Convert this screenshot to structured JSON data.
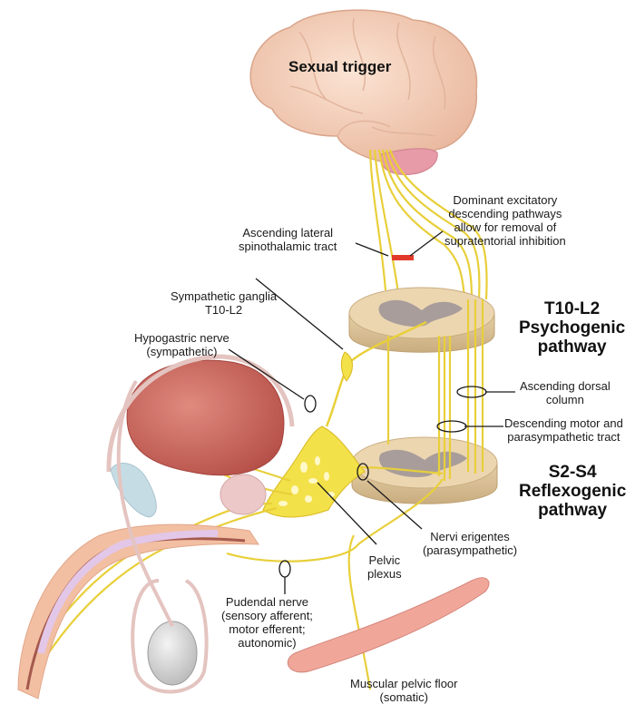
{
  "figure": {
    "title": "Neural pathways of sexual response",
    "colors": {
      "nerve": "#f3e14a",
      "nerve_outline": "#d9b820",
      "brain": "#f2cdb5",
      "cerebellum": "#e79aa8",
      "spinal_white": "#ecd6b0",
      "spinal_grey": "#a89d9a",
      "bladder": "#c9655d",
      "pelvic_floor": "#f0a79a",
      "block_marker": "#e23a2a",
      "vessel": "#f4bfa5",
      "label_text": "#1a1a1a"
    }
  },
  "labels": {
    "brain": "Sexual trigger",
    "dominant": [
      "Dominant excitatory",
      "descending pathways",
      "allow for removal of",
      "supratentorial inhibition"
    ],
    "ascending_lateral": [
      "Ascending lateral",
      "spinothalamic tract"
    ],
    "sympathetic_ganglia": [
      "Sympathetic ganglia",
      "T10-L2"
    ],
    "hypogastric": [
      "Hypogastric nerve",
      "(sympathetic)"
    ],
    "psychogenic": [
      "T10-L2",
      "Psychogenic",
      "pathway"
    ],
    "ascending_dorsal": [
      "Ascending dorsal",
      "column"
    ],
    "descending_motor": [
      "Descending motor and",
      "parasympathetic tract"
    ],
    "reflexogenic": [
      "S2-S4",
      "Reflexogenic",
      "pathway"
    ],
    "nervi_erigentes": [
      "Nervi erigentes",
      "(parasympathetic)"
    ],
    "pelvic_plexus": [
      "Pelvic",
      "plexus"
    ],
    "pudendal": [
      "Pudendal nerve",
      "(sensory afferent;",
      "motor efferent;",
      "autonomic)"
    ],
    "pelvic_floor": [
      "Muscular pelvic floor",
      "(somatic)"
    ]
  }
}
